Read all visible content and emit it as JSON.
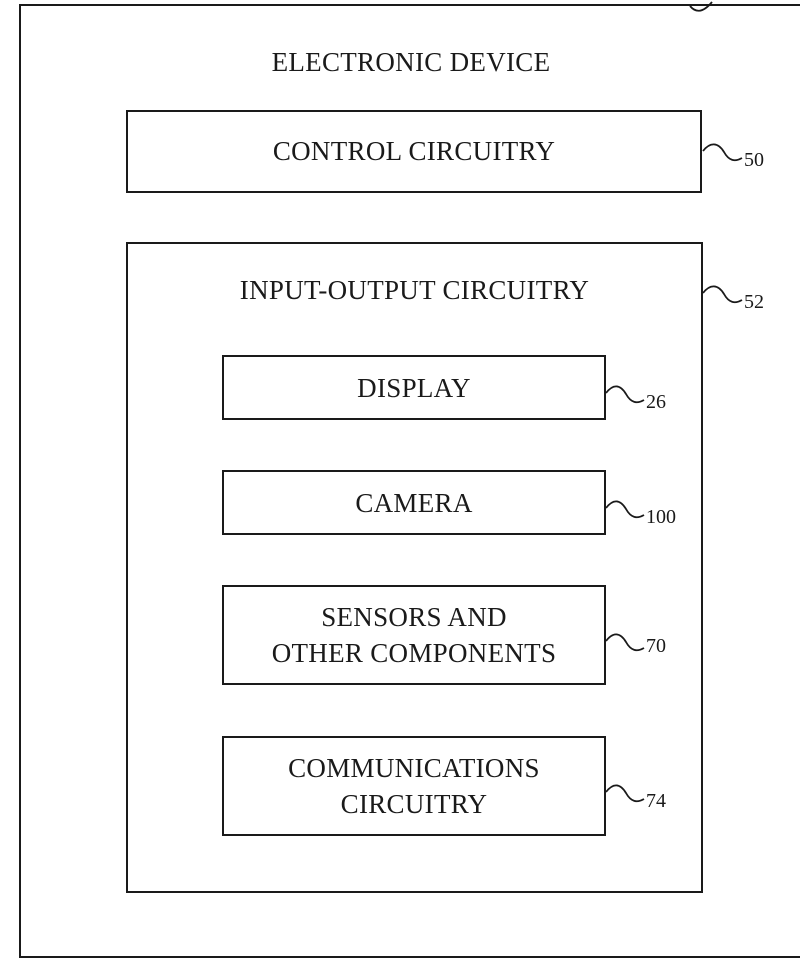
{
  "device": {
    "title": "ELECTRONIC DEVICE"
  },
  "control": {
    "label": "CONTROL CIRCUITRY",
    "ref": "50"
  },
  "io": {
    "label": "INPUT-OUTPUT CIRCUITRY",
    "ref": "52",
    "components": [
      {
        "label": "DISPLAY",
        "ref": "26"
      },
      {
        "label": "CAMERA",
        "ref": "100"
      },
      {
        "label": "SENSORS AND\nOTHER COMPONENTS",
        "ref": "70"
      },
      {
        "label": "COMMUNICATIONS\nCIRCUITRY",
        "ref": "74"
      }
    ]
  }
}
